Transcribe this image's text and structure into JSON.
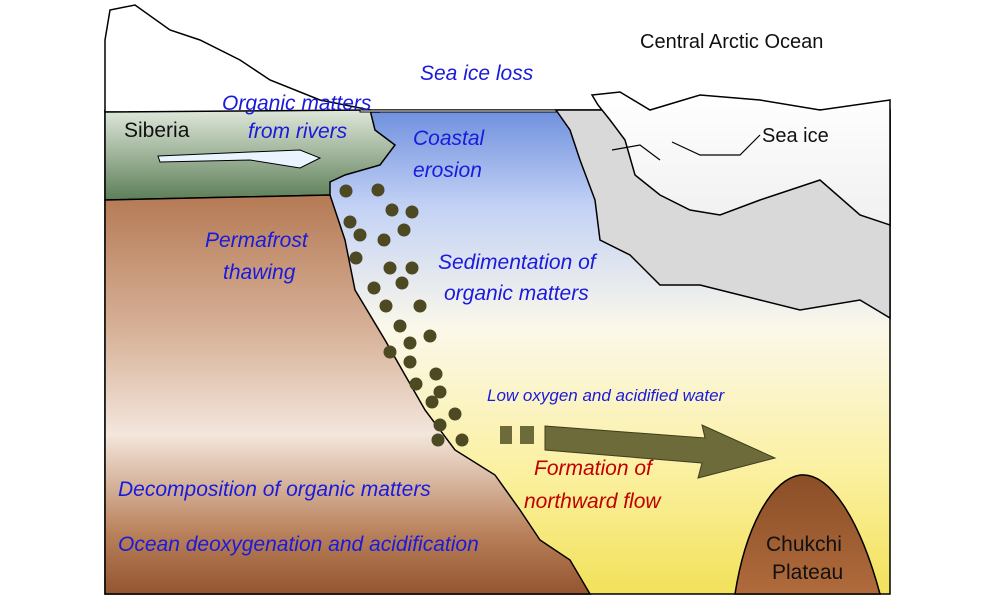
{
  "labels": {
    "central_arctic_ocean": "Central Arctic Ocean",
    "sea_ice_loss": "Sea ice loss",
    "organic_rivers_line1": "Organic matters",
    "organic_rivers_line2": "from rivers",
    "siberia": "Siberia",
    "coastal_line1": "Coastal",
    "coastal_line2": "erosion",
    "sea_ice": "Sea ice",
    "permafrost_line1": "Permafrost",
    "permafrost_line2": "thawing",
    "sedimentation_line1": "Sedimentation of",
    "sedimentation_line2": "organic matters",
    "low_oxygen": "Low oxygen and acidified water",
    "formation_line1": "Formation of",
    "formation_line2": "northward flow",
    "decomposition": "Decomposition of organic matters",
    "deoxygenation": "Ocean deoxygenation and acidification",
    "chukchi_line1": "Chukchi",
    "chukchi_line2": "Plateau"
  },
  "colors": {
    "ocean_blue": "#7f9be0",
    "ocean_pale": "#fffbe0",
    "ocean_yellow": "#f4e66a",
    "land_brown": "#9e5e3a",
    "siberia_green": "#6f8d6a",
    "sediment_dot": "#4d4a23",
    "arrow": "#6d6b3a",
    "text_blue": "#1a1adc",
    "text_red": "#c00000"
  },
  "sediment_particle_count": 28
}
